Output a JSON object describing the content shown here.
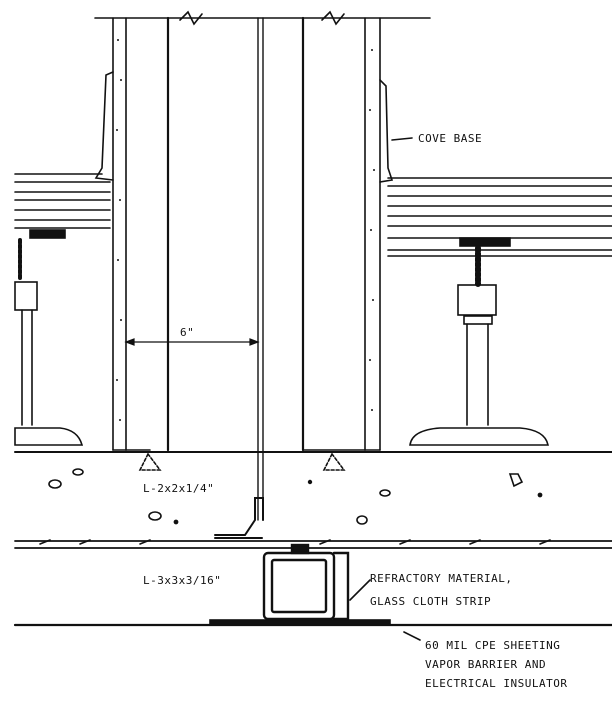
{
  "diagram": {
    "labels": {
      "cove_base": "COVE BASE",
      "dimension": "6\"",
      "angle_small": "L-2x2x1/4\"",
      "angle_large": "L-3x3x3/16\"",
      "refractory_1": "REFRACTORY MATERIAL,",
      "refractory_2": "GLASS CLOTH STRIP",
      "cpe_1": "60 MIL CPE SHEETING",
      "cpe_2": "VAPOR BARRIER AND",
      "cpe_3": "ELECTRICAL INSULATOR"
    },
    "colors": {
      "ink": "#111111",
      "paper": "#ffffff"
    }
  }
}
